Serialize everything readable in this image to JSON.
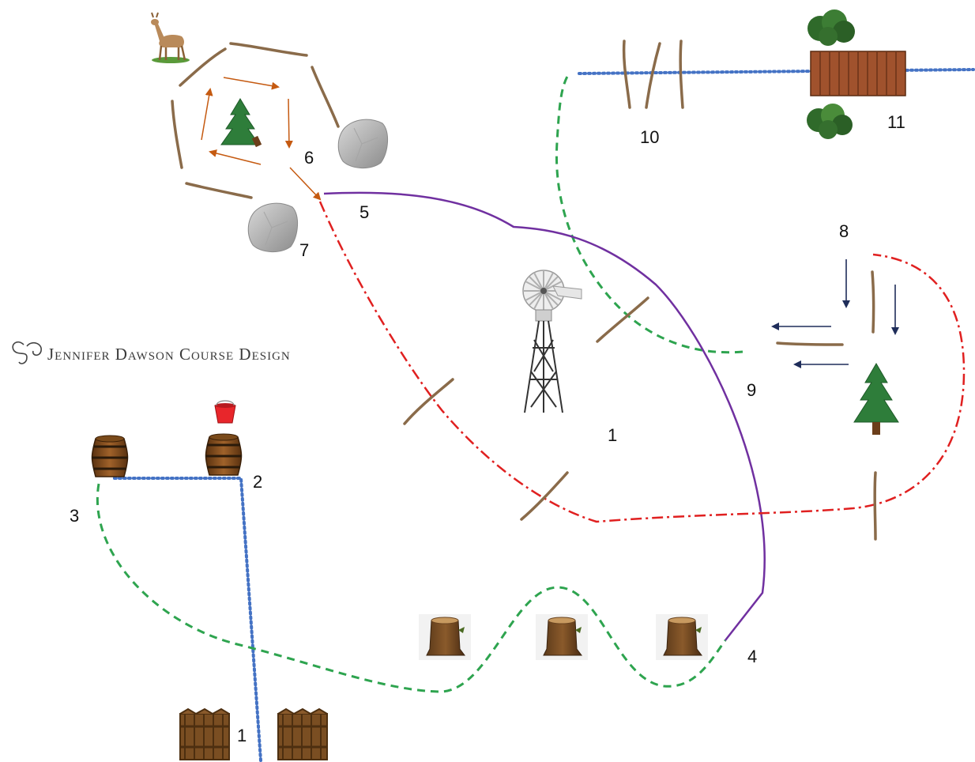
{
  "brand": {
    "text": "Jennifer Dawson Course Design",
    "icon": "swirl-logo-icon"
  },
  "labels": {
    "start_gate": "1",
    "windmill": "1",
    "barrels": "2",
    "left_barrel": "3",
    "stumps_end": "4",
    "circle_exit": "5",
    "circle": "6",
    "rock": "7",
    "sidepass_entry": "8",
    "sidepass_exit": "9",
    "poles": "10",
    "bridge": "11"
  },
  "colors": {
    "blue_dotted": "#4472c4",
    "green_dashed": "#2ea44f",
    "purple_solid": "#7030a0",
    "red_dashdot": "#e02020",
    "orange_arrows": "#c55a11",
    "navy_arrows": "#1f2d5a"
  },
  "icons": [
    "gate-icon",
    "barrel-icon",
    "bucket-icon",
    "stump-icon",
    "windmill-icon",
    "pine-tree-icon",
    "rock-icon",
    "deer-icon",
    "log-pole-icon",
    "bridge-icon",
    "bush-icon"
  ]
}
